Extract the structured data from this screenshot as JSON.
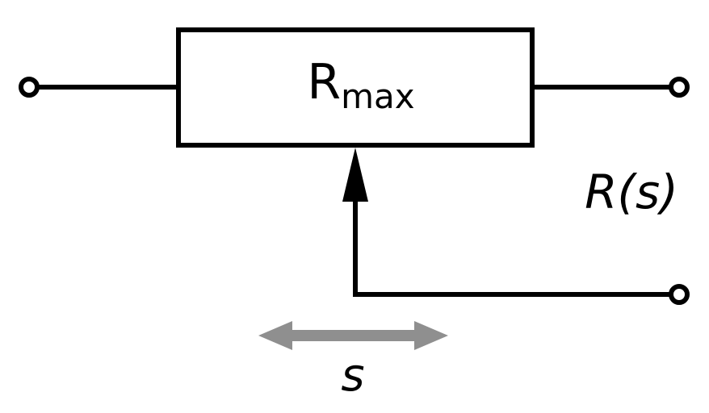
{
  "diagram": {
    "type": "circuit-schematic",
    "subject": "potentiometer",
    "labels": {
      "resistor_symbol": "R",
      "resistor_subscript": "max",
      "wiper_resistance": "R(s)",
      "displacement": "s"
    },
    "colors": {
      "line": "#000000",
      "slider_arrow": "#8f8f8f",
      "background": "#ffffff"
    }
  }
}
